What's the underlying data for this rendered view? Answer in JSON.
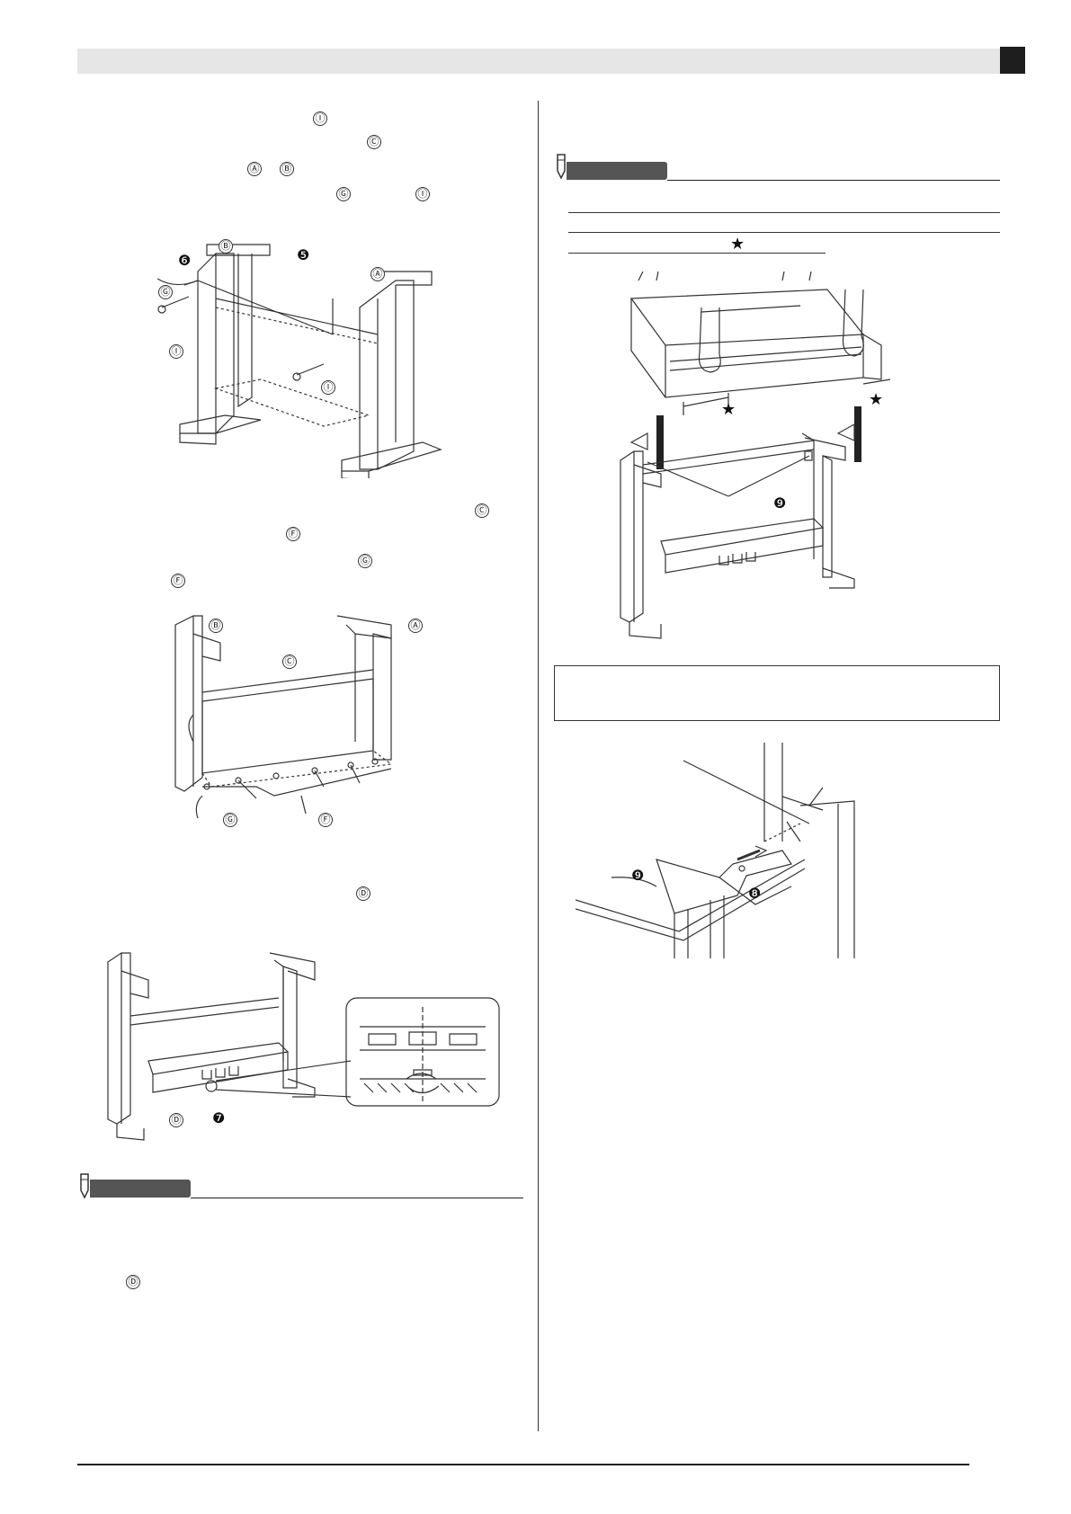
{
  "page": {
    "header_tab_color": "#1e1e1e",
    "header_bar_color": "#e6e6e6"
  },
  "labels": {
    "A": "Ⓐ",
    "B": "Ⓑ",
    "C": "Ⓒ",
    "D": "Ⓓ",
    "F": "Ⓕ",
    "G": "Ⓖ",
    "I": "Ⓘ",
    "n5": "❺",
    "n6": "❻",
    "n7": "❼",
    "n8": "❽",
    "n9": "❾",
    "star": "★"
  },
  "icons": [
    "pencil-note-icon",
    "star-icon"
  ]
}
